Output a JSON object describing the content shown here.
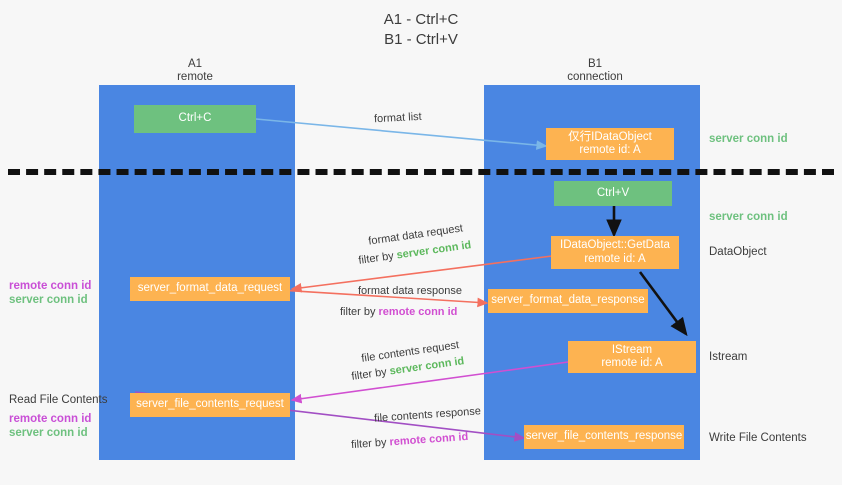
{
  "title": {
    "line1": "A1 - Ctrl+C",
    "line2": "B1 - Ctrl+V"
  },
  "lanes": [
    {
      "name": "A1",
      "sub": "remote"
    },
    {
      "name": "B1",
      "sub": "connection"
    }
  ],
  "boxes": {
    "ctrl_c": {
      "label": "Ctrl+C",
      "color": "#6ec17f"
    },
    "ctrl_v": {
      "label": "Ctrl+V",
      "color": "#6ec17f"
    },
    "idataobject": {
      "line1": "仅行IDataObject",
      "line2": "remote id: A",
      "color": "#fdb351"
    },
    "getdata": {
      "line1": "IDataObject::GetData",
      "line2": "remote id: A",
      "color": "#fdb351"
    },
    "istream": {
      "line1": "IStream",
      "line2": "remote id: A",
      "color": "#fdb351"
    },
    "fmt_req": {
      "label": "server_format_data_request",
      "color": "#fdb351"
    },
    "fmt_resp": {
      "label": "server_format_data_response",
      "color": "#fdb351"
    },
    "file_req": {
      "label": "server_file_contents_request",
      "color": "#fdb351"
    },
    "file_resp": {
      "label": "server_file_contents_response",
      "color": "#fdb351"
    }
  },
  "annotations": {
    "format_list": "format list",
    "fmt_data_request": "format data request",
    "fmt_data_request_filter_prefix": "filter by ",
    "fmt_data_request_filter_key": "server conn id",
    "fmt_data_response": "format data response",
    "fmt_data_response_filter_prefix": "filter by ",
    "fmt_data_response_filter_key": "remote conn id",
    "file_contents_request": "file contents request",
    "file_contents_request_filter_prefix": "filter by ",
    "file_contents_request_filter_key": "server conn id",
    "file_contents_response": "file contents response",
    "file_contents_response_filter_prefix": "filter by ",
    "file_contents_response_filter_key": "remote conn id"
  },
  "side_labels": {
    "server_conn_id_top": "server conn id",
    "server_conn_id_mid": "server conn id",
    "dataobject": "DataObject",
    "istream": "Istream",
    "write_file_contents": "Write File Contents",
    "read_file_contents": "Read File Contents",
    "left_remote_conn_id_1": "remote conn id",
    "left_server_conn_id_1": "server conn id",
    "left_remote_conn_id_2": "remote conn id",
    "left_server_conn_id_2": "server conn id"
  },
  "colors": {
    "lane": "#4a86e2",
    "green": "#6ec17f",
    "orange": "#fdb351",
    "magenta": "#c94fd6",
    "background": "#f7f7f7",
    "arrow_blue": "#7ab6e8",
    "arrow_red": "#f4705f",
    "arrow_magenta": "#d14fd1",
    "arrow_black": "#111111"
  }
}
